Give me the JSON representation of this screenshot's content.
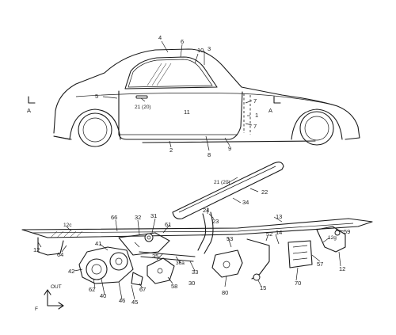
{
  "top_view": {
    "callouts": [
      "4",
      "6",
      "10",
      "3",
      "5",
      "21 (20)",
      "11",
      "7",
      "7",
      "1",
      "2",
      "8",
      "9"
    ],
    "section_marks": [
      "A",
      "A"
    ]
  },
  "mechanism_view": {
    "callouts": [
      "21 (20)",
      "22",
      "34",
      "24",
      "23",
      "13",
      "31",
      "32",
      "66",
      "12c",
      "12",
      "64",
      "41",
      "61",
      "53",
      "52",
      "14",
      "12g",
      "59",
      "57",
      "12",
      "35",
      "36a",
      "33",
      "30",
      "58",
      "67",
      "45",
      "46",
      "40",
      "62",
      "42",
      "80",
      "15",
      "70"
    ],
    "direction_labels": [
      "OUT",
      "F"
    ]
  }
}
